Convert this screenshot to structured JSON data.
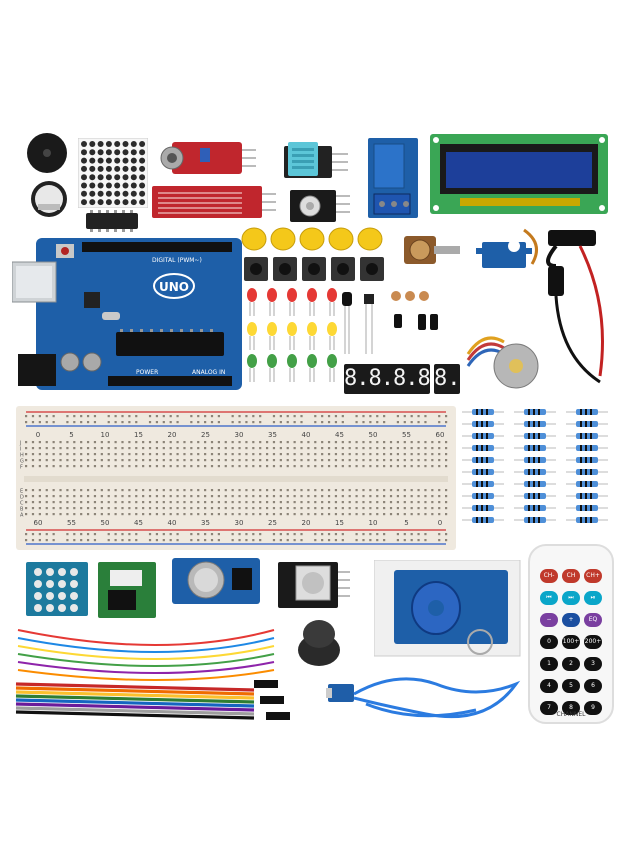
{
  "uno_board": {
    "logo": "UNO",
    "silk_digital": "DIGITAL (PWM~)",
    "silk_power": "POWER",
    "silk_analog": "ANALOG IN"
  },
  "breadboard": {
    "top_numbers": [
      "0",
      "5",
      "10",
      "15",
      "20",
      "25",
      "30",
      "35",
      "40",
      "45",
      "50",
      "55",
      "60"
    ],
    "bottom_numbers": [
      "60",
      "55",
      "50",
      "45",
      "40",
      "35",
      "30",
      "25",
      "20",
      "15",
      "10",
      "5",
      "0"
    ],
    "rows_left": [
      "J",
      "I",
      "H",
      "G",
      "F",
      "E",
      "D",
      "C",
      "B",
      "A"
    ]
  },
  "remote": {
    "buttons": [
      {
        "label": "CH-",
        "color": "#c0392b"
      },
      {
        "label": "CH",
        "color": "#c0392b"
      },
      {
        "label": "CH+",
        "color": "#c0392b"
      },
      {
        "label": "⏮",
        "color": "#0aa6c9"
      },
      {
        "label": "⏭",
        "color": "#0aa6c9"
      },
      {
        "label": "⏯",
        "color": "#0aa6c9"
      },
      {
        "label": "−",
        "color": "#7a3fa0"
      },
      {
        "label": "+",
        "color": "#1b4fa0"
      },
      {
        "label": "EQ",
        "color": "#7a3fa0"
      },
      {
        "label": "0",
        "color": "#111"
      },
      {
        "label": "100+",
        "color": "#111"
      },
      {
        "label": "200+",
        "color": "#111"
      },
      {
        "label": "1",
        "color": "#111"
      },
      {
        "label": "2",
        "color": "#111"
      },
      {
        "label": "3",
        "color": "#111"
      },
      {
        "label": "4",
        "color": "#111"
      },
      {
        "label": "5",
        "color": "#111"
      },
      {
        "label": "6",
        "color": "#111"
      },
      {
        "label": "7",
        "color": "#111"
      },
      {
        "label": "8",
        "color": "#111"
      },
      {
        "label": "9",
        "color": "#111"
      }
    ],
    "brand": "CHANNEL"
  },
  "seven_segment": {
    "four_digit": "8.8.8.8.",
    "single_digit": "8."
  },
  "colors": {
    "pcb_blue": "#1e5fa8",
    "pcb_red": "#c0262d",
    "lcd_green": "#3aa655",
    "lcd_screen": "#1d3f9a",
    "button_yellow": "#f4c81a",
    "breadboard": "#efe9df"
  }
}
